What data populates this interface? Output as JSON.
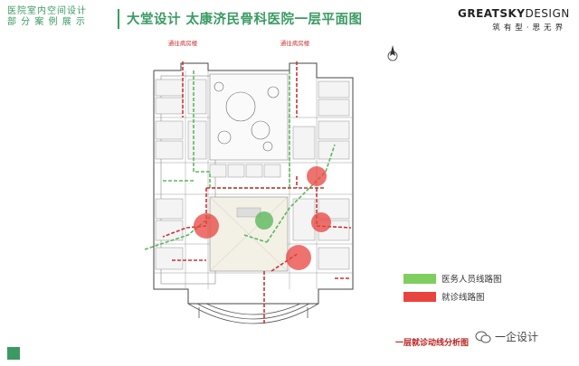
{
  "header": {
    "side_title_line1": "医院室内空间设计",
    "side_title_line2": "部 分 案 例 展 示",
    "main_title": "大堂设计  太康济民骨科医院一层平面图"
  },
  "brand": {
    "name_bold": "GREATSKY",
    "name_light": "DESIGN",
    "sub": "筑有型·思无界"
  },
  "plan": {
    "label_left": "通往病房楼",
    "label_right": "通往病房楼"
  },
  "legend": {
    "items": [
      {
        "label": "医务人员线路图",
        "color": "#7fce5f"
      },
      {
        "label": "就诊线路图",
        "color": "#e8443f"
      }
    ]
  },
  "caption": "一层就诊动线分析图",
  "watermark": "一企设计",
  "colors": {
    "accent": "#3a9a62",
    "staff_route": "#5cb85c",
    "patient_route": "#c93434"
  }
}
